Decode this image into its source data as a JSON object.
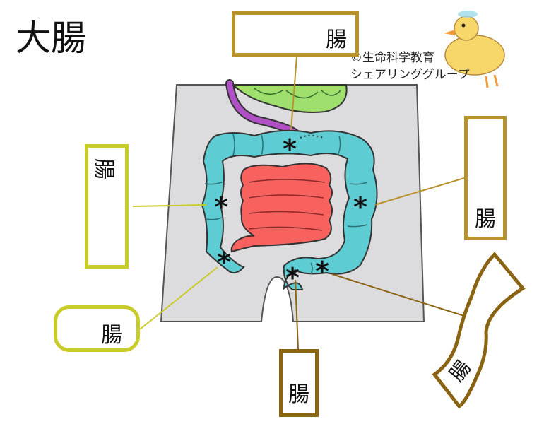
{
  "title": "大腸",
  "credit": {
    "line1": "©生命科学教育",
    "line2": "シェアリンググループ"
  },
  "labels": {
    "top": "腸",
    "left": "腸",
    "right": "腸",
    "bottom_left": "腸",
    "bottom": "腸",
    "rectum": "腸"
  },
  "markers": {
    "symbol": "*"
  },
  "colors": {
    "colon": "#5ecdd3",
    "small_intestine": "#f7625f",
    "stomach": "#9fdf6e",
    "esophagus": "#b14fc7",
    "body": "#dcdbde",
    "label_gold": "#b8922a",
    "label_yellow": "#c8cc2a",
    "label_brown": "#8a6413"
  }
}
